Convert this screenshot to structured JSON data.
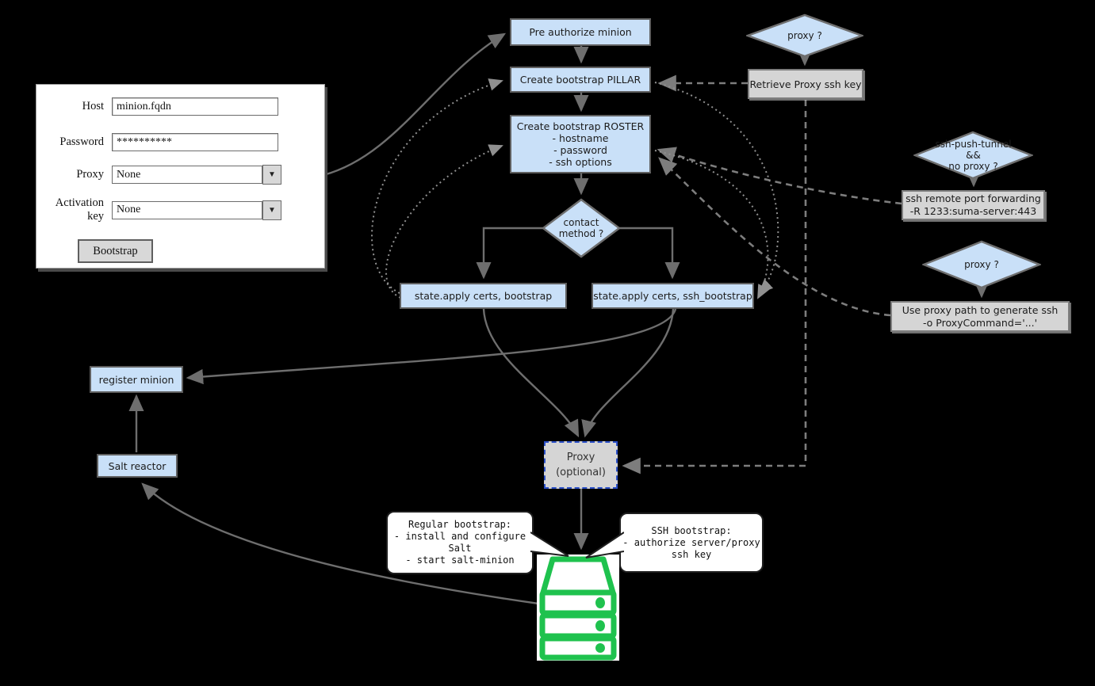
{
  "colors": {
    "background": "#000000",
    "node_blue_fill": "#c9e0f8",
    "node_border": "#5f5f5f",
    "gray_fill": "#d5d5d5",
    "gray_border": "#7e7e7e",
    "arrow_gray": "#6e6e6e",
    "proxy_dashed_border": "#2b50c8",
    "server_green": "#1fc24e"
  },
  "form": {
    "fields": [
      {
        "label": "Host",
        "value": "minion.fqdn",
        "type": "text"
      },
      {
        "label": "Password",
        "value": "**********",
        "type": "password"
      },
      {
        "label": "Proxy",
        "value": "None",
        "type": "select"
      },
      {
        "label": "Activation key",
        "value": "None",
        "type": "select"
      }
    ],
    "button_label": "Bootstrap"
  },
  "icons": {
    "dropdown_arrow": "▼"
  },
  "nodes": {
    "pre_authorize": {
      "label": "Pre authorize minion"
    },
    "pillar": {
      "label": "Create bootstrap PILLAR"
    },
    "roster": {
      "title": "Create bootstrap ROSTER",
      "lines": [
        "- hostname",
        "- password",
        "- ssh options"
      ]
    },
    "contact": {
      "lines": [
        "contact",
        "method ?"
      ]
    },
    "state_bootstrap": {
      "label": "state.apply certs, bootstrap"
    },
    "state_ssh": {
      "label": "state.apply certs, ssh_bootstrap"
    },
    "register": {
      "label": "register minion"
    },
    "reactor": {
      "label": "Salt reactor"
    },
    "proxy_box": {
      "lines": [
        "Proxy",
        "(optional)"
      ]
    },
    "proxy_q_top": {
      "label": "proxy ?"
    },
    "retrieve": {
      "label": "Retrieve Proxy ssh key"
    },
    "tunnel_q": {
      "lines": [
        "ssh-push-tunnel",
        "&&",
        "no proxy ?"
      ]
    },
    "ssh_forward": {
      "lines": [
        "ssh remote port forwarding",
        "-R 1233:suma-server:443"
      ]
    },
    "proxy_q_low": {
      "label": "proxy ?"
    },
    "use_proxy": {
      "lines": [
        "Use proxy path to generate ssh",
        "-o ProxyCommand='...'"
      ]
    }
  },
  "bubbles": {
    "regular": {
      "lines": [
        "Regular bootstrap:",
        "- install and configure",
        "Salt",
        "- start salt-minion"
      ]
    },
    "ssh": {
      "lines": [
        "SSH bootstrap:",
        "- authorize server/proxy",
        "ssh key"
      ]
    }
  }
}
